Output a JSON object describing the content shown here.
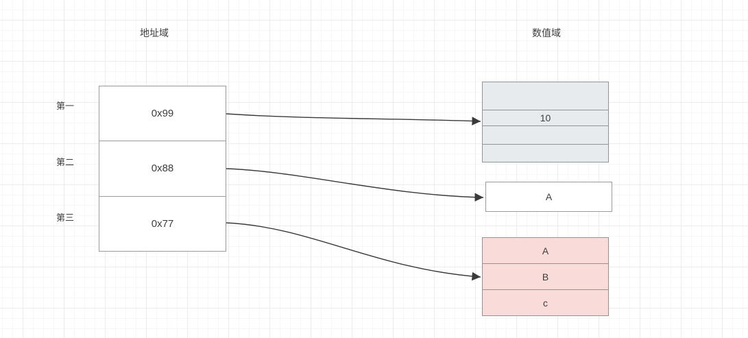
{
  "diagram": {
    "titles": {
      "left": "地址域",
      "right": "数值域"
    },
    "row_labels": [
      "第一",
      "第二",
      "第三"
    ],
    "address_table": {
      "rows": [
        {
          "value": "0x99"
        },
        {
          "value": "0x88"
        },
        {
          "value": "0x77"
        }
      ]
    },
    "value_boxes": {
      "gray": {
        "rows": [
          "",
          "10",
          "",
          ""
        ]
      },
      "white": {
        "rows": [
          "A"
        ]
      },
      "pink": {
        "rows": [
          "A",
          "B",
          "c"
        ]
      }
    },
    "edges": [
      {
        "from": "0x99",
        "to": "10"
      },
      {
        "from": "0x88",
        "to": "A"
      },
      {
        "from": "0x77",
        "to": "B"
      }
    ],
    "colors": {
      "gray_fill": "#e7ebee",
      "pink_fill": "#f9dcda",
      "border": "#9a9a9a",
      "arrow": "#3a3a3a",
      "text": "#3d3d3d"
    }
  }
}
